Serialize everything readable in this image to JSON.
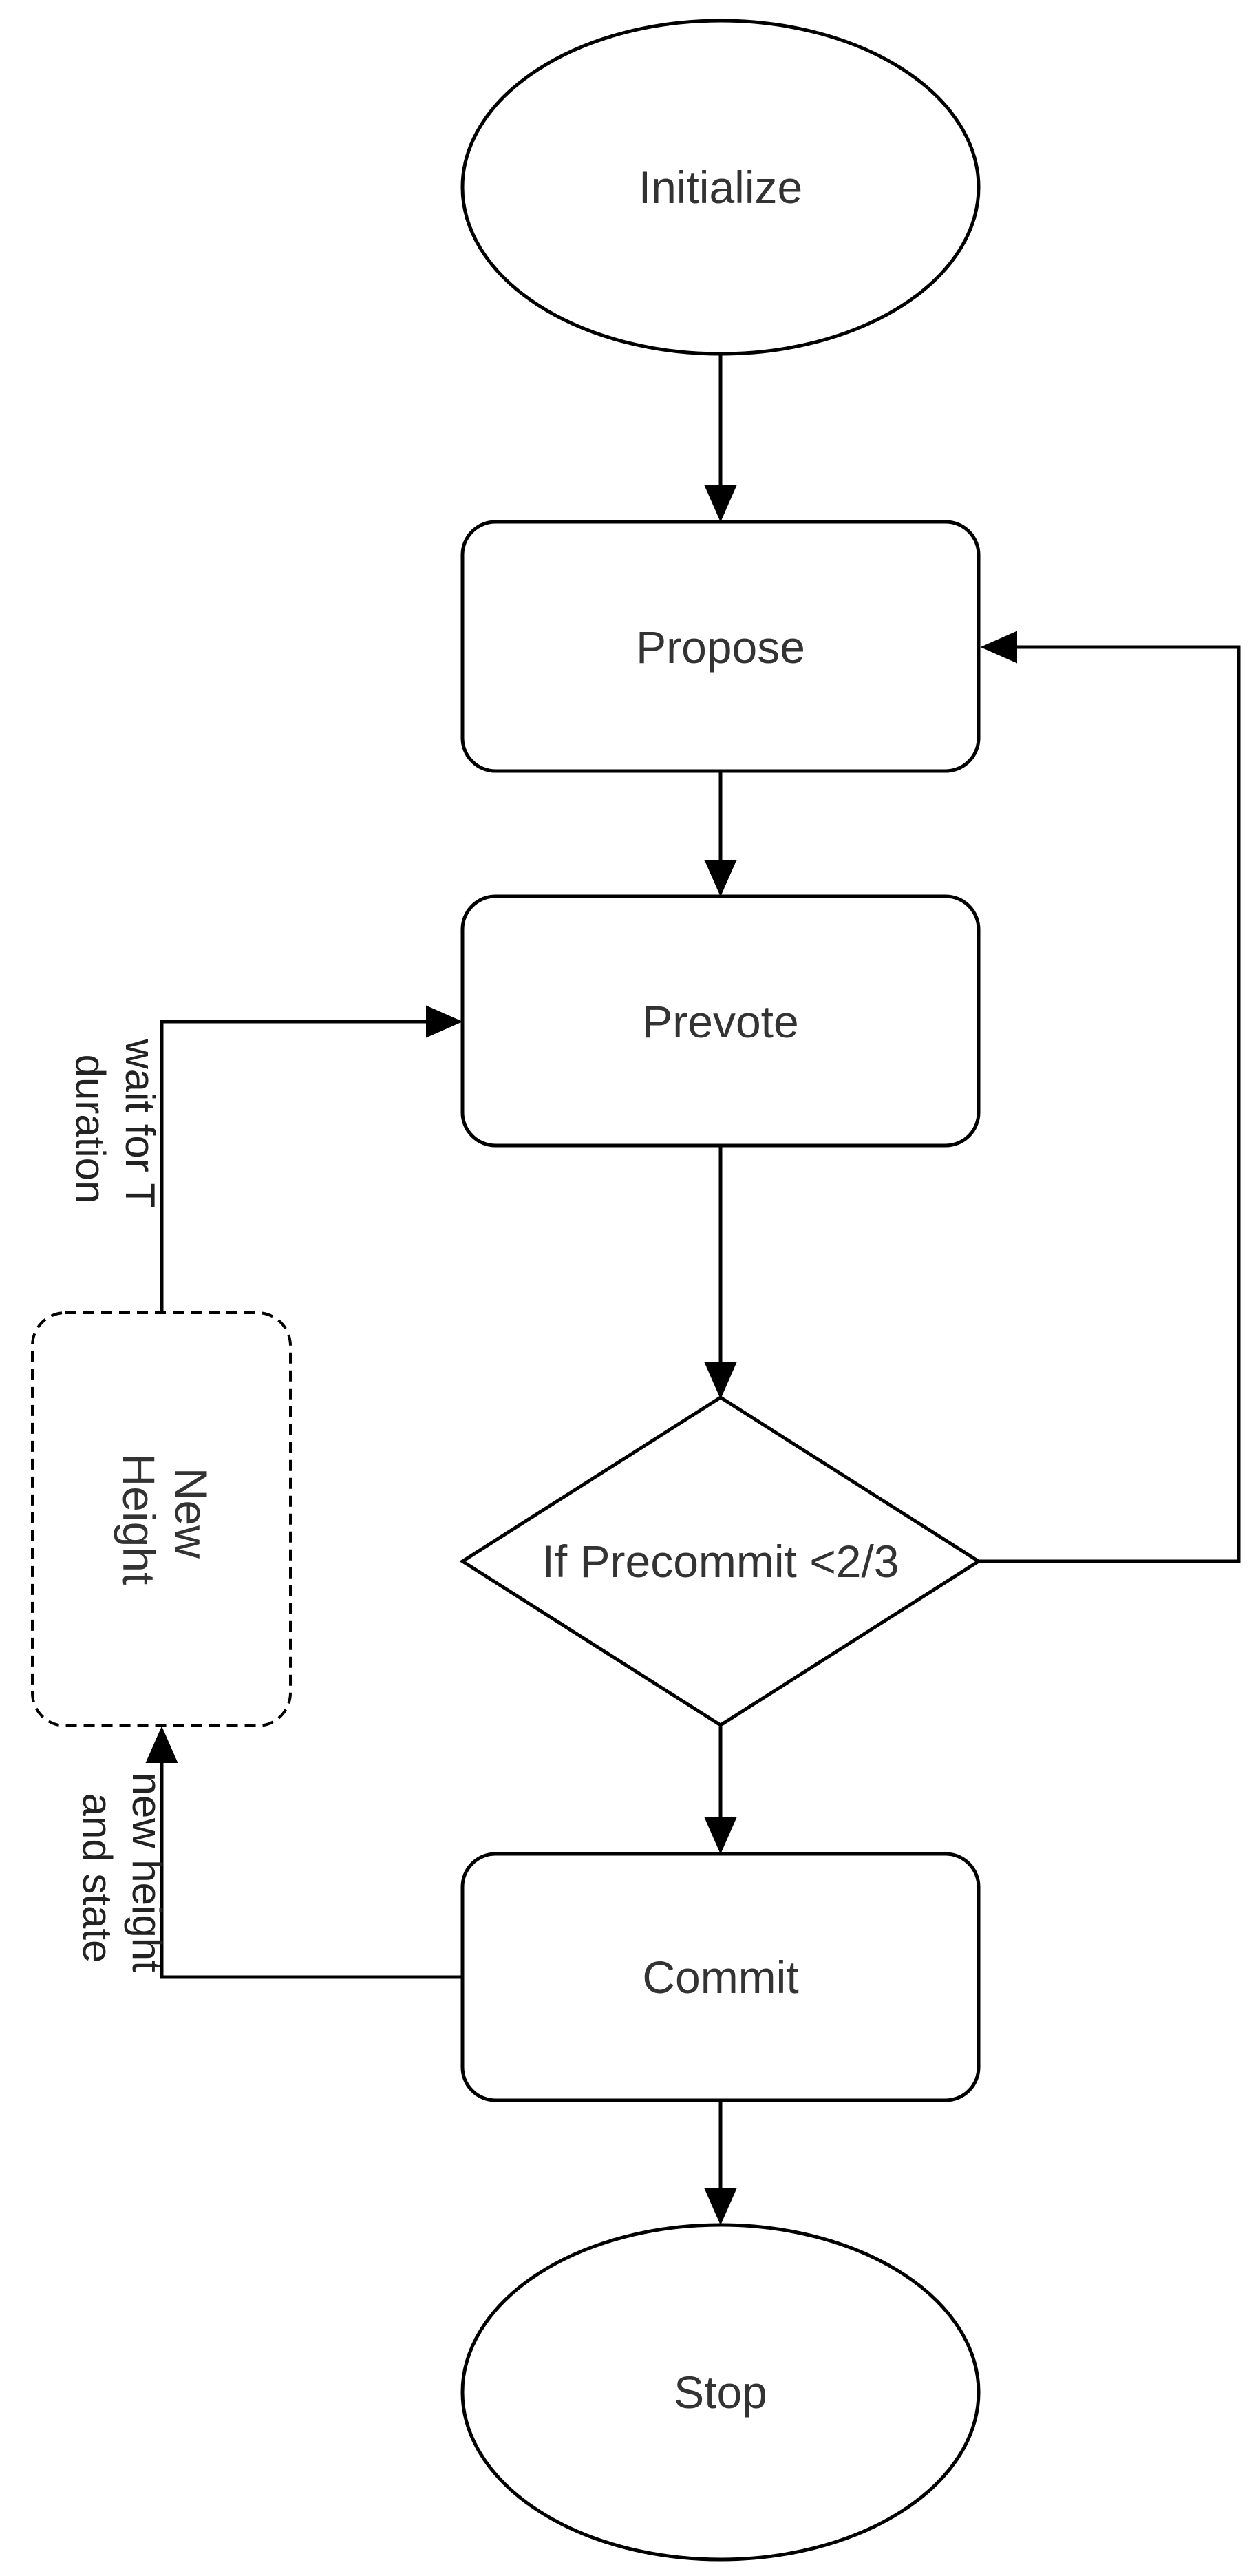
{
  "nodes": {
    "initialize": "Initialize",
    "propose": "Propose",
    "prevote": "Prevote",
    "decision": "If Precommit <2/3",
    "commit": "Commit",
    "stop": "Stop",
    "new_height": [
      "New",
      "Height"
    ]
  },
  "edge_labels": {
    "wait": [
      "wait for T",
      "duration"
    ],
    "new_height_state": [
      "new height",
      "and state"
    ]
  }
}
